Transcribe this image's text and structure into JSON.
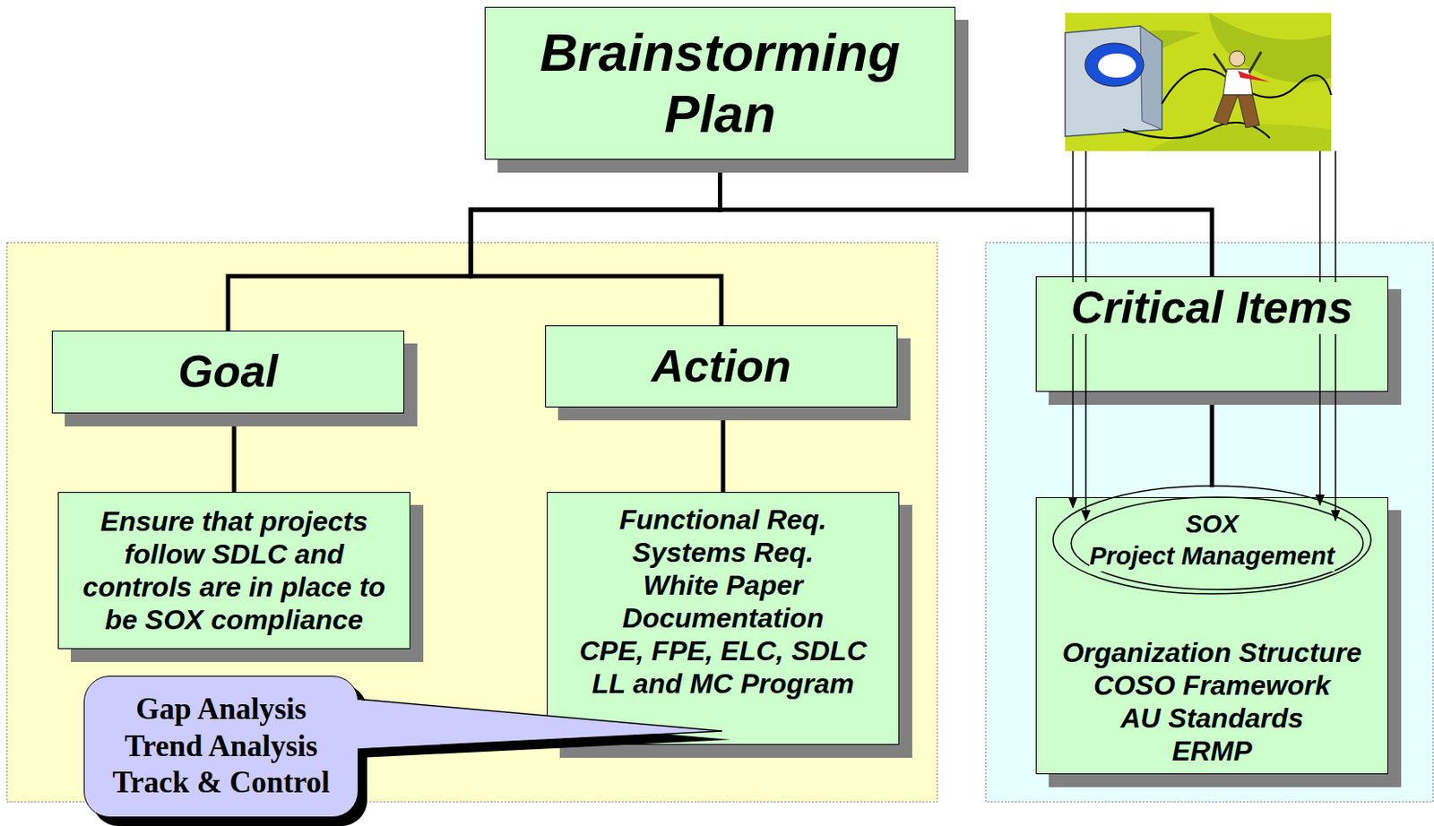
{
  "diagram": {
    "nodes": [
      {
        "text": [
          "Brainstorming Plan"
        ]
      },
      {
        "text": [
          "Goal"
        ]
      },
      {
        "text": [
          "Action"
        ]
      },
      {
        "text": [
          "Critical Items"
        ]
      },
      {
        "text": [
          "Ensure that projects follow SDLC and controls are in place to be SOX compliance"
        ]
      },
      {
        "text": [
          "Functional Req.",
          "Systems Req.",
          "White Paper",
          "Documentation",
          "CPE, FPE, ELC, SDLC",
          "LL and MC Program"
        ]
      },
      {
        "text": [
          "Organization Structure",
          "COSO Framework",
          "AU Standards",
          "ERMP"
        ]
      },
      {
        "text": [
          "SOX",
          "Project Management"
        ],
        "in": 6
      },
      {
        "text": [
          "Gap Analysis",
          "Trend Analysis",
          "Track & Control"
        ]
      }
    ],
    "edges": [
      {
        "from": 0,
        "to": 1,
        "arrow": "none"
      },
      {
        "from": 0,
        "to": 2,
        "arrow": "none"
      },
      {
        "from": 0,
        "to": 3,
        "arrow": "none"
      },
      {
        "from": 1,
        "to": 4,
        "arrow": "none"
      },
      {
        "from": 2,
        "to": 5,
        "arrow": "none"
      },
      {
        "from": 3,
        "to": 7,
        "arrow": "none"
      }
    ]
  }
}
